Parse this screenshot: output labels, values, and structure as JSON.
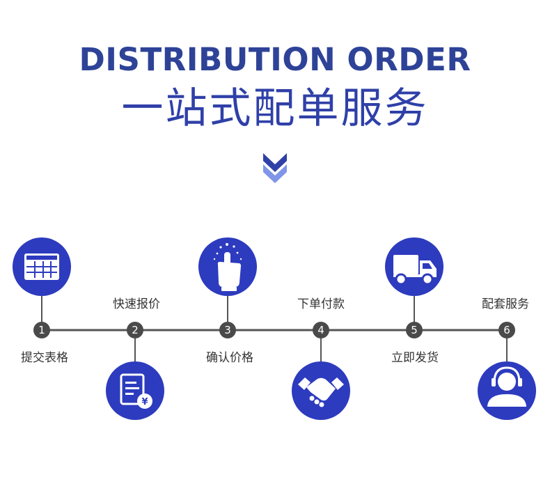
{
  "header": {
    "title_en": "DISTRIBUTION ORDER",
    "title_cn": "一站式配单服务"
  },
  "colors": {
    "primary_blue": "#2d3bbe",
    "title_blue": "#2e4397",
    "chevron_light": "#7f95e8",
    "line_gray": "#555555",
    "badge_gray": "#4a4a4a"
  },
  "steps": [
    {
      "number": "1",
      "label": "提交表格",
      "icon": "table-grid-icon"
    },
    {
      "number": "2",
      "label": "快速报价",
      "icon": "invoice-yen-icon"
    },
    {
      "number": "3",
      "label": "确认价格",
      "icon": "hand-click-icon"
    },
    {
      "number": "4",
      "label": "下单付款",
      "icon": "handshake-icon"
    },
    {
      "number": "5",
      "label": "立即发货",
      "icon": "delivery-truck-icon"
    },
    {
      "number": "6",
      "label": "配套服务",
      "icon": "customer-service-headset-icon"
    }
  ]
}
